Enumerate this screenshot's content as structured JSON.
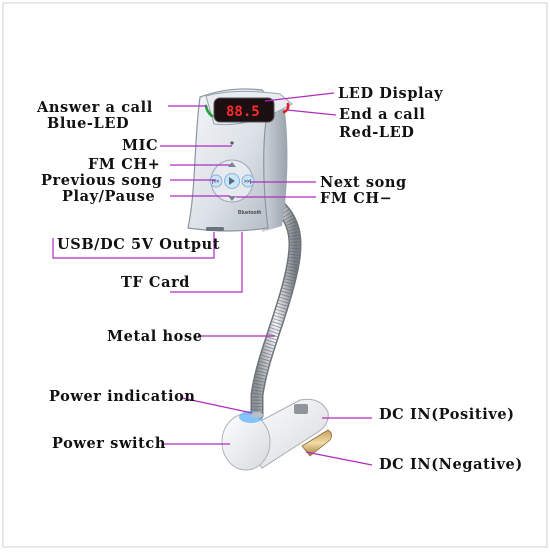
{
  "labels": {
    "answer_call": "Answer a call",
    "blue_led": "Blue-LED",
    "led_display": "LED Display",
    "end_call": "End a call",
    "red_led": "Red-LED",
    "mic": "MIC",
    "fm_ch_plus": "FM CH+",
    "previous_song": "Previous song",
    "play_pause": "Play/Pause",
    "next_song": "Next song",
    "fm_ch_minus": "FM CH−",
    "usb_output": "USB/DC 5V Output",
    "tf_card": "TF Card",
    "metal_hose": "Metal hose",
    "power_indication": "Power indication",
    "power_switch": "Power switch",
    "dc_in_positive": "DC IN(Positive)",
    "dc_in_negative": "DC IN(Negative)"
  },
  "device": {
    "display_reading": "88.5",
    "brand_text": "Bluetooth"
  },
  "colors": {
    "leader_line": "#b02cc0",
    "frame": "#cfcfcf",
    "led_red": "#ff2a2a",
    "led_blue": "#3aa0ff",
    "call_green": "#1aa33a",
    "call_red": "#e02020"
  },
  "icons": [
    "phone-answer-icon",
    "phone-end-icon",
    "mic-icon",
    "up-arrow-icon",
    "down-arrow-icon",
    "previous-icon",
    "next-icon",
    "play-pause-icon"
  ]
}
